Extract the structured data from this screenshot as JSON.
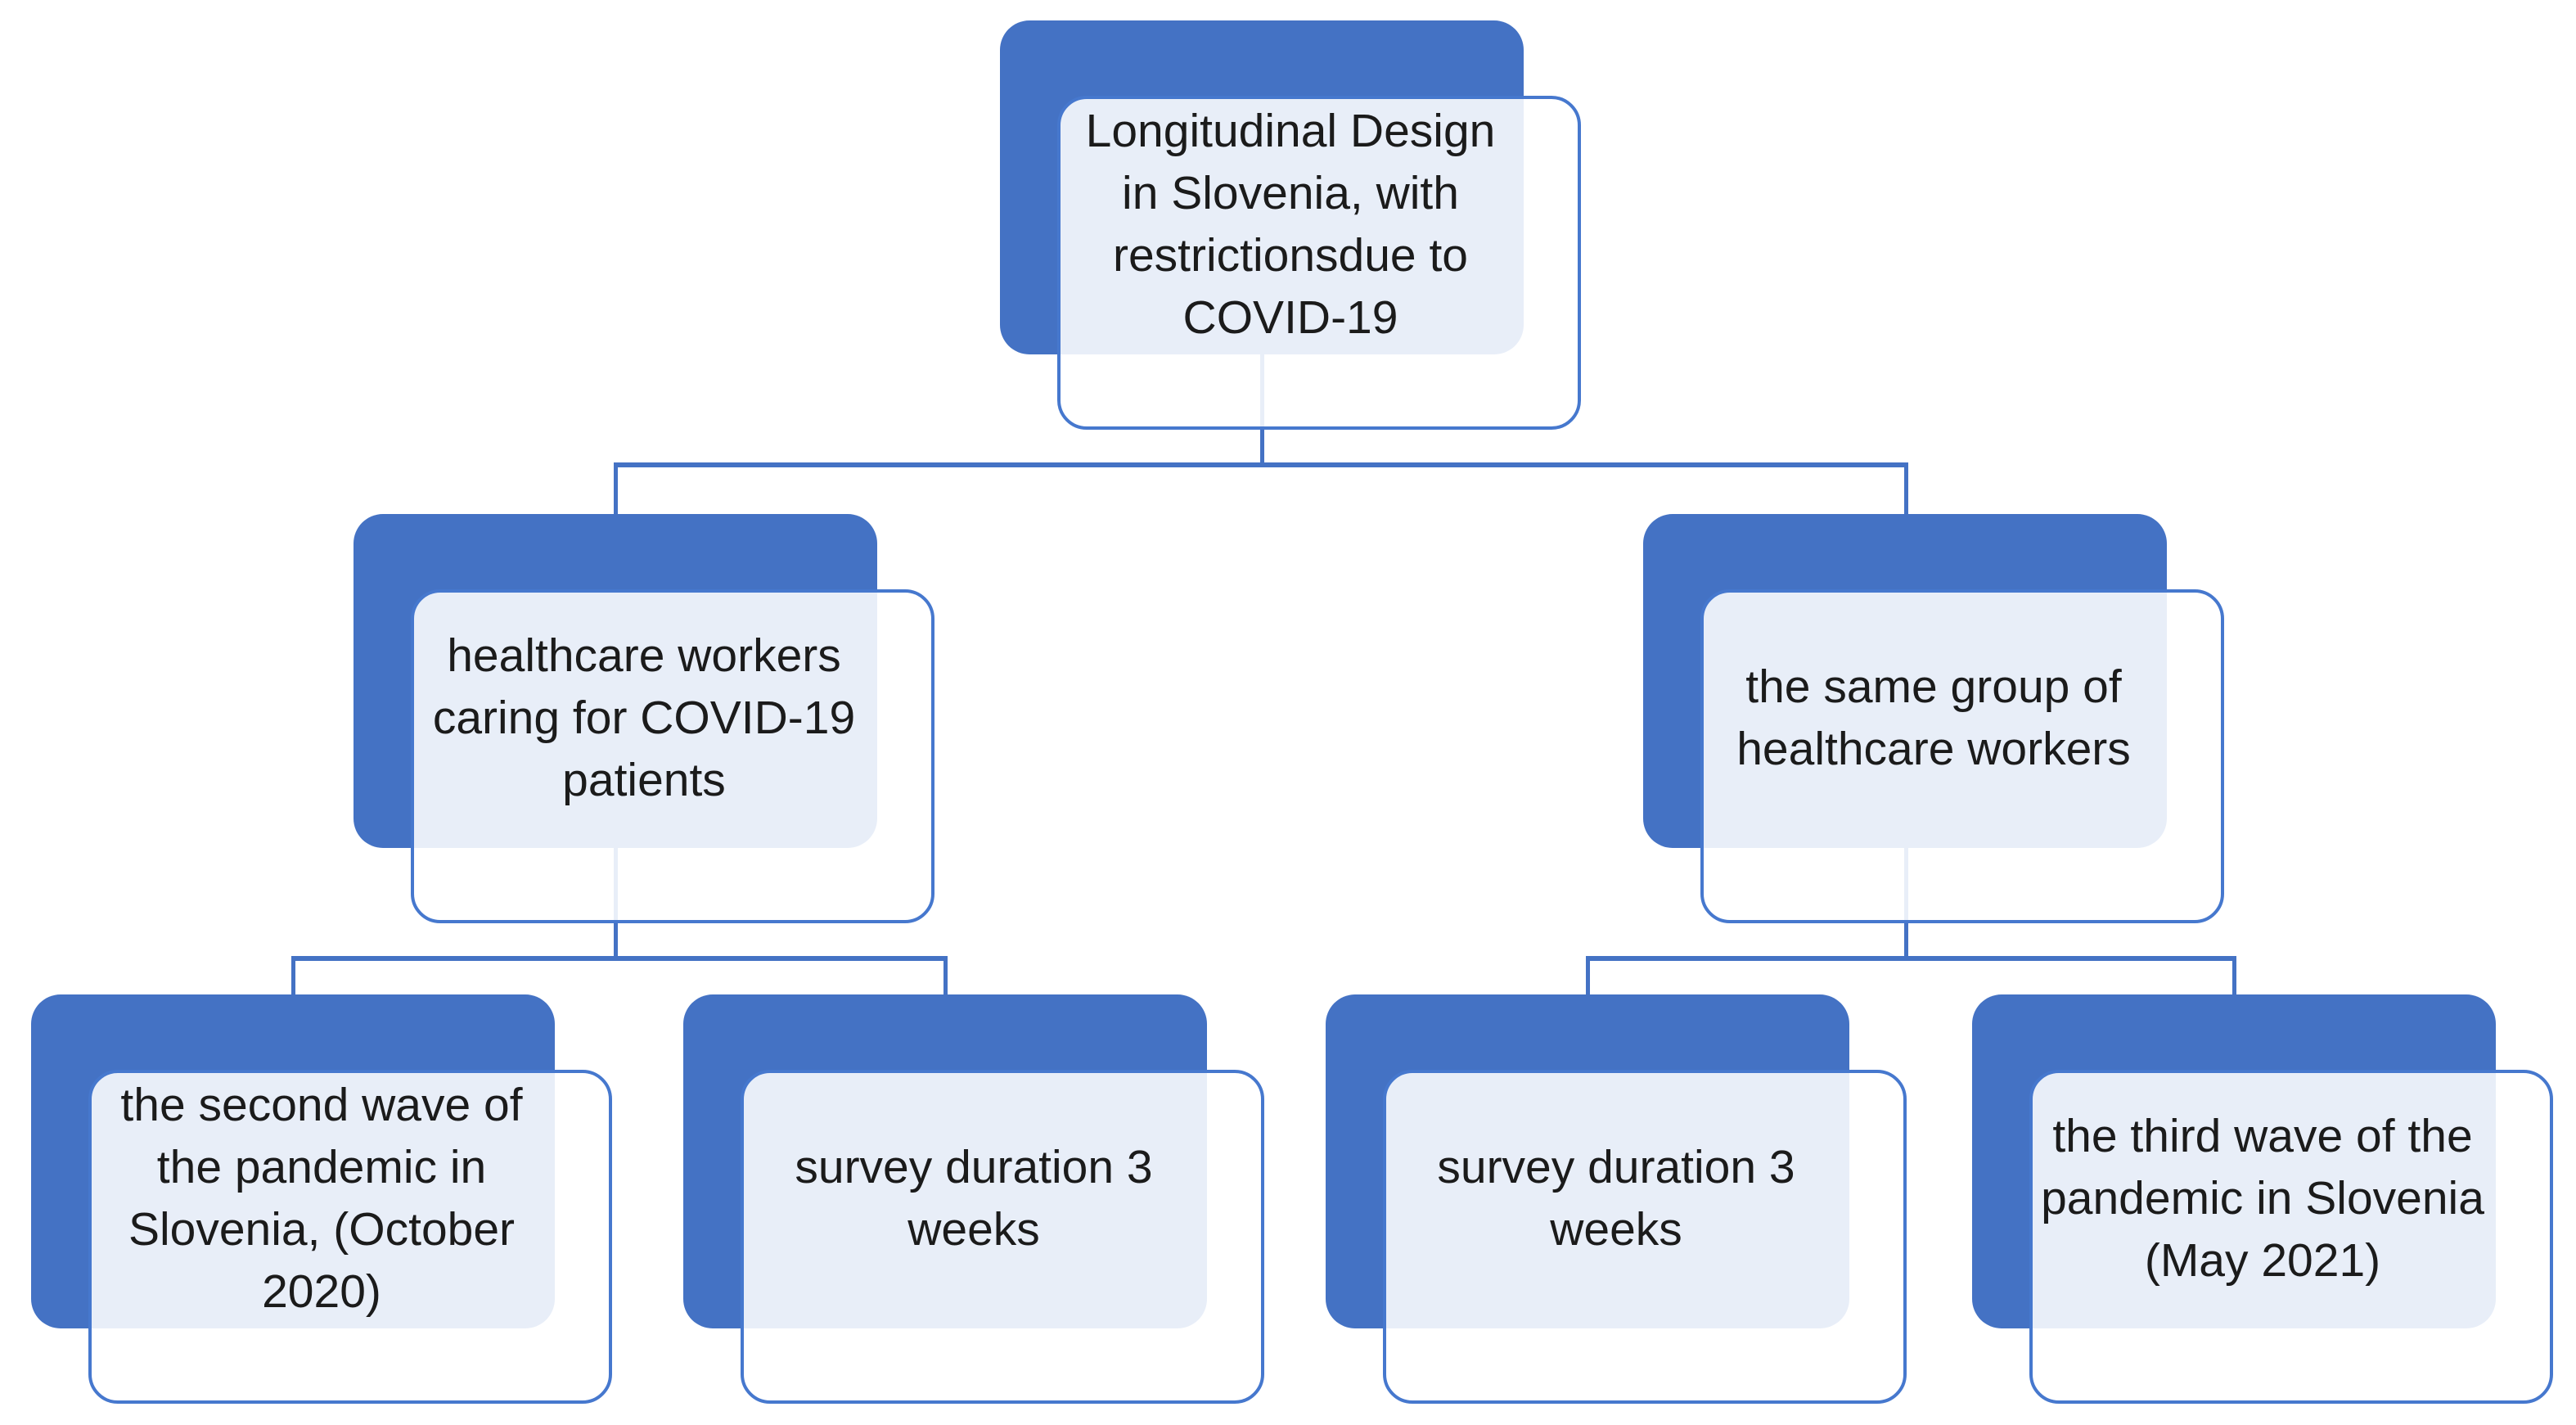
{
  "diagram": {
    "type": "org-chart",
    "description": "Longitudinal study design flowchart, two branches with two leaves each",
    "colors": {
      "accent": "#4472C4",
      "border": "#4678CE",
      "text": "#1B1B1B",
      "bg": "#FFFFFF",
      "front_tint_over_accent": "#E9EDF8"
    },
    "nodes": {
      "root": {
        "label": "Longitudinal Design in Slovenia, with restrictionsdue to COVID-19"
      },
      "branch_left": {
        "label": "healthcare workers caring for COVID-19 patients"
      },
      "branch_right": {
        "label": "the same group of healthcare workers"
      },
      "leaf_1": {
        "label": "the second wave of the pandemic in Slovenia, (October 2020)"
      },
      "leaf_2": {
        "label": "survey duration 3 weeks"
      },
      "leaf_3": {
        "label": "survey duration 3 weeks"
      },
      "leaf_4": {
        "label": "the third wave of the pandemic in Slovenia (May 2021)"
      }
    }
  }
}
